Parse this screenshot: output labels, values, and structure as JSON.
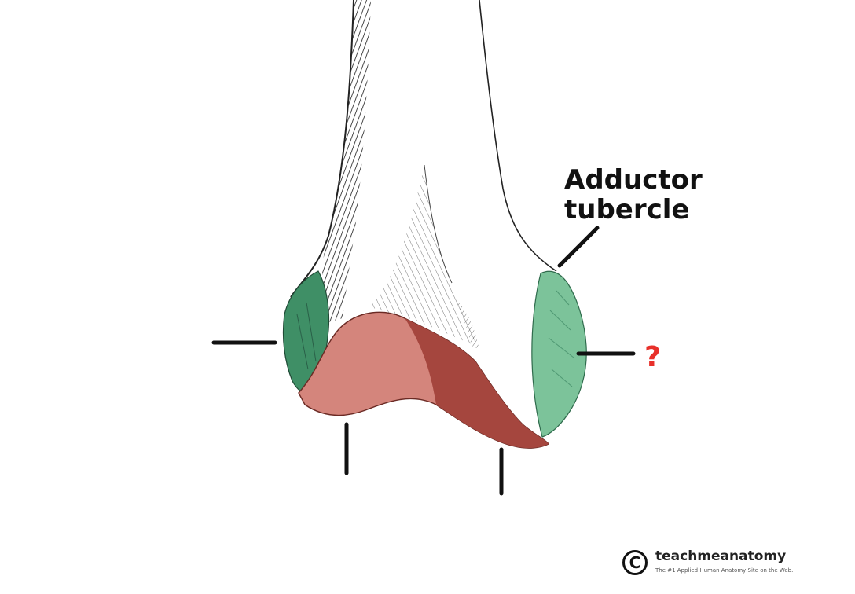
{
  "labels": {
    "adductor_line1": "Adductor",
    "adductor_line2": "tubercle",
    "unknown": "?"
  },
  "watermark": {
    "copyright_symbol": "C",
    "brand": "teachmeanatomy",
    "tagline": "The #1 Applied Human Anatomy Site on the Web."
  },
  "colors": {
    "epicondyle_green": "#3f8f66",
    "adductor_green": "#7cc39a",
    "condyle_pink": "#d4857c",
    "condyle_dark": "#a5463e",
    "question_red": "#e8302a",
    "outline": "#222222"
  }
}
